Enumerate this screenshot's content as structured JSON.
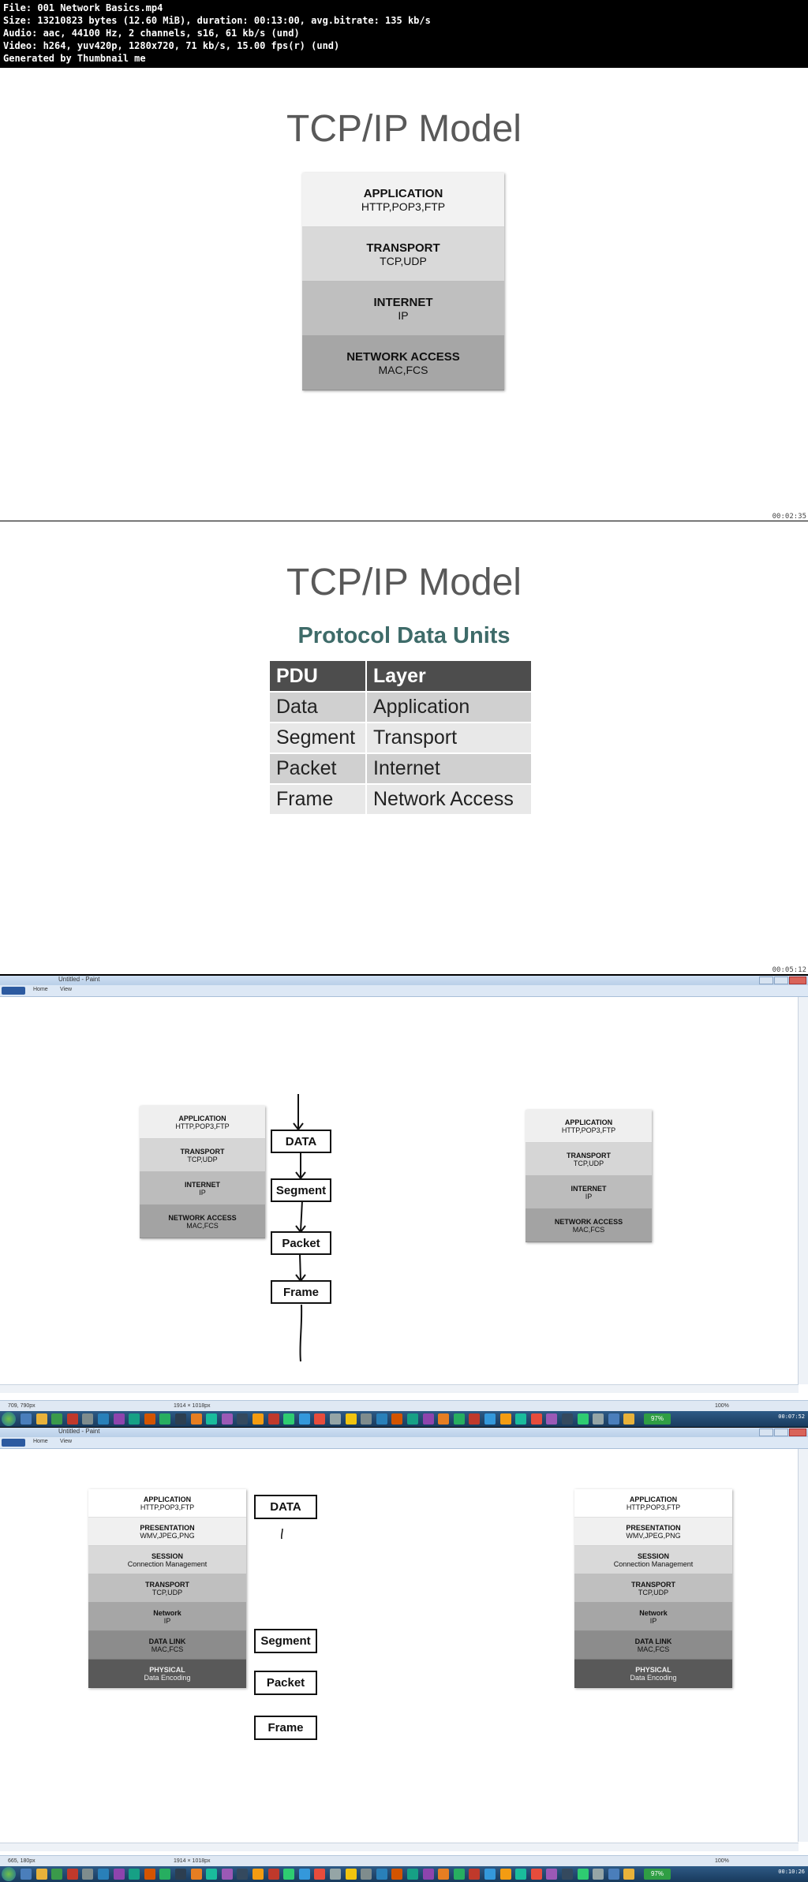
{
  "header": {
    "line1": "File: 001 Network Basics.mp4",
    "line2": "Size: 13210823 bytes (12.60 MiB), duration: 00:13:00, avg.bitrate: 135 kb/s",
    "line3": "Audio: aac, 44100 Hz, 2 channels, s16, 61 kb/s (und)",
    "line4": "Video: h264, yuv420p, 1280x720, 71 kb/s, 15.00 fps(r) (und)",
    "line5": "Generated by Thumbnail me"
  },
  "frame1": {
    "title": "TCP/IP Model",
    "timestamp": "00:02:35",
    "layers": [
      {
        "name": "APPLICATION",
        "protocols": "HTTP,POP3,FTP",
        "color": "#f2f2f2"
      },
      {
        "name": "TRANSPORT",
        "protocols": "TCP,UDP",
        "color": "#d9d9d9"
      },
      {
        "name": "INTERNET",
        "protocols": "IP",
        "color": "#bfbfbf"
      },
      {
        "name": "NETWORK ACCESS",
        "protocols": "MAC,FCS",
        "color": "#a6a6a6"
      }
    ]
  },
  "frame2": {
    "title": "TCP/IP Model",
    "subtitle": "Protocol Data Units",
    "timestamp": "00:05:12",
    "table": {
      "headers": [
        "PDU",
        "Layer"
      ],
      "rows": [
        [
          "Data",
          "Application"
        ],
        [
          "Segment",
          "Transport"
        ],
        [
          "Packet",
          "Internet"
        ],
        [
          "Frame",
          "Network Access"
        ]
      ]
    }
  },
  "frame3": {
    "window_title": "Untitled - Paint",
    "ribbon_tabs": [
      "Home",
      "View"
    ],
    "timestamp": "00:07:52",
    "status_pos": "709, 790px",
    "status_size": "1914 × 1018px",
    "zoom": "100%",
    "left_layers": [
      {
        "name": "APPLICATION",
        "protocols": "HTTP,POP3,FTP",
        "color": "#efefef"
      },
      {
        "name": "TRANSPORT",
        "protocols": "TCP,UDP",
        "color": "#d6d6d6"
      },
      {
        "name": "INTERNET",
        "protocols": "IP",
        "color": "#bcbcbc"
      },
      {
        "name": "NETWORK ACCESS",
        "protocols": "MAC,FCS",
        "color": "#a3a3a3"
      }
    ],
    "right_layers": [
      {
        "name": "APPLICATION",
        "protocols": "HTTP,POP3,FTP",
        "color": "#efefef"
      },
      {
        "name": "TRANSPORT",
        "protocols": "TCP,UDP",
        "color": "#d6d6d6"
      },
      {
        "name": "INTERNET",
        "protocols": "IP",
        "color": "#bcbcbc"
      },
      {
        "name": "NETWORK ACCESS",
        "protocols": "MAC,FCS",
        "color": "#a3a3a3"
      }
    ],
    "pdus": [
      "DATA",
      "Segment",
      "Packet",
      "Frame"
    ],
    "battery": "97%"
  },
  "frame4": {
    "window_title": "Untitled - Paint",
    "ribbon_tabs": [
      "Home",
      "View"
    ],
    "timestamp": "00:10:26",
    "status_pos": "665, 180px",
    "status_size": "1914 × 1018px",
    "zoom": "100%",
    "layers": [
      {
        "name": "APPLICATION",
        "protocols": "HTTP,POP3,FTP",
        "color": "#ffffff"
      },
      {
        "name": "PRESENTATION",
        "protocols": "WMV,JPEG,PNG",
        "color": "#f0f0f0"
      },
      {
        "name": "SESSION",
        "protocols": "Connection Management",
        "color": "#d9d9d9"
      },
      {
        "name": "TRANSPORT",
        "protocols": "TCP,UDP",
        "color": "#bfbfbf"
      },
      {
        "name": "Network",
        "protocols": "IP",
        "color": "#a6a6a6"
      },
      {
        "name": "DATA LINK",
        "protocols": "MAC,FCS",
        "color": "#8c8c8c"
      },
      {
        "name": "PHYSICAL",
        "protocols": "Data Encoding",
        "color": "#595959"
      }
    ],
    "pdus": [
      "DATA",
      "Segment",
      "Packet",
      "Frame"
    ],
    "battery": "97%"
  }
}
